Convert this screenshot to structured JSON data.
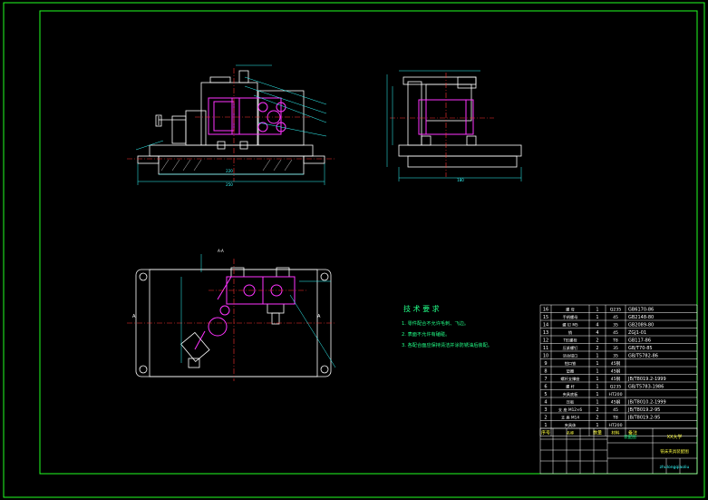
{
  "tech": {
    "title": "技 术 要 求",
    "items": [
      "1. 零件配合不允许毛刺、飞边。",
      "2. 表面不允许有磕碰。",
      "3. 各配合面应保持清洁并涂防锈油后装配。"
    ]
  },
  "bom": {
    "rows": [
      {
        "no": "16",
        "name": "螺 母",
        "qty": "1",
        "mat": "Q235",
        "std": "GB6170-86"
      },
      {
        "no": "15",
        "name": "手柄螺母",
        "qty": "1",
        "mat": "45",
        "std": "GB2148-80"
      },
      {
        "no": "14",
        "name": "螺 钉 M5",
        "qty": "4",
        "mat": "35",
        "std": "GB2089-80"
      },
      {
        "no": "13",
        "name": "销",
        "qty": "4",
        "mat": "45",
        "std": "ZGJ1-01"
      },
      {
        "no": "12",
        "name": "T形螺栓",
        "qty": "2",
        "mat": "T8",
        "std": "GB117-86"
      },
      {
        "no": "11",
        "name": "压紧螺钉",
        "qty": "2",
        "mat": "35",
        "std": "GB/T70-85"
      },
      {
        "no": "10",
        "name": "活动钳口",
        "qty": "1",
        "mat": "35",
        "std": "GB/T5782-86"
      },
      {
        "no": "9",
        "name": "钳口铁",
        "qty": "1",
        "mat": "45钢",
        "std": ""
      },
      {
        "no": "8",
        "name": "垫圈",
        "qty": "1",
        "mat": "45钢",
        "std": ""
      },
      {
        "no": "7",
        "name": "螺杆支撑座",
        "qty": "1",
        "mat": "45钢",
        "std": "JB/T8019.2-1999"
      },
      {
        "no": "6",
        "name": "螺 杆",
        "qty": "1",
        "mat": "Q235",
        "std": "GB/T5783-1986"
      },
      {
        "no": "5",
        "name": "夹具底板",
        "qty": "1",
        "mat": "HT200",
        "std": ""
      },
      {
        "no": "4",
        "name": "压板",
        "qty": "1",
        "mat": "45钢",
        "std": "JB/T8010.2-1999"
      },
      {
        "no": "3",
        "name": "支 座 M12×6",
        "qty": "2",
        "mat": "45",
        "std": "JB/T8019.2-95"
      },
      {
        "no": "2",
        "name": "支 座 M14",
        "qty": "2",
        "mat": "T8",
        "std": "JB/T8019.2-95"
      },
      {
        "no": "1",
        "name": "夹具体",
        "qty": "1",
        "mat": "HT200",
        "std": ""
      }
    ],
    "header": {
      "no": "序号",
      "name": "名称",
      "qty": "数量",
      "mat": "材料",
      "std": "备注"
    }
  },
  "titleblock": {
    "school": "XX大学",
    "drawing_name": "铣床夹具装配图",
    "company": "装配图",
    "watermark": "zhulongqiaoliu"
  },
  "labels": {
    "section_a1": "A",
    "section_a2": "A",
    "view_label": "A-A",
    "dim_front_total": "250",
    "dim_front_inner": "220",
    "dim_side": "180"
  },
  "colors": {
    "frame": "#22ff22",
    "geometry": "#ffffff",
    "part": "#ff33ff",
    "center": "#ff3333",
    "dim": "#33ffff",
    "note": "#ffff44",
    "noteText": "#22ff88"
  }
}
